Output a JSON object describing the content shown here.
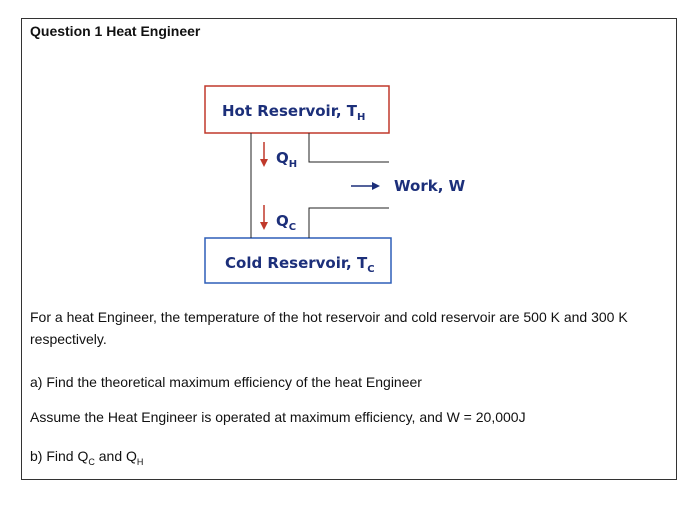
{
  "question": {
    "title": "Question 1 Heat Engineer"
  },
  "diagram": {
    "hot_reservoir": {
      "label": "Hot Reservoir, T",
      "sub": "H",
      "border_color": "#c0392b"
    },
    "cold_reservoir": {
      "label": "Cold Reservoir, T",
      "sub": "C",
      "border_color": "#2e5fb8"
    },
    "qh": {
      "label": "Q",
      "sub": "H"
    },
    "qc": {
      "label": "Q",
      "sub": "C"
    },
    "work": {
      "label": "Work, W"
    },
    "text_color": "#1c2f7a",
    "arrow_color": "#c0392b"
  },
  "body": {
    "p1": "For a heat Engineer, the temperature of the hot reservoir and cold reservoir are 500 K and 300 K respectively.",
    "p2": "a) Find the theoretical maximum efficiency of the heat Engineer",
    "p3": "Assume the Heat Engineer is operated at maximum efficiency, and W = 20,000J",
    "p4_prefix": "b) Find Q",
    "p4_sub1": "C",
    "p4_mid": " and Q",
    "p4_sub2": "H"
  }
}
